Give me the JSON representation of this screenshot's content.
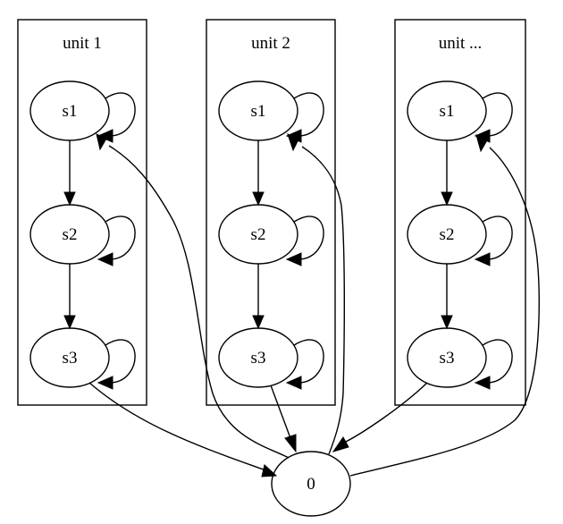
{
  "clusters": [
    {
      "title": "unit 1"
    },
    {
      "title": "unit 2"
    },
    {
      "title": "unit ..."
    }
  ],
  "state_labels": [
    "s1",
    "s2",
    "s3"
  ],
  "sink": {
    "label": "0"
  }
}
